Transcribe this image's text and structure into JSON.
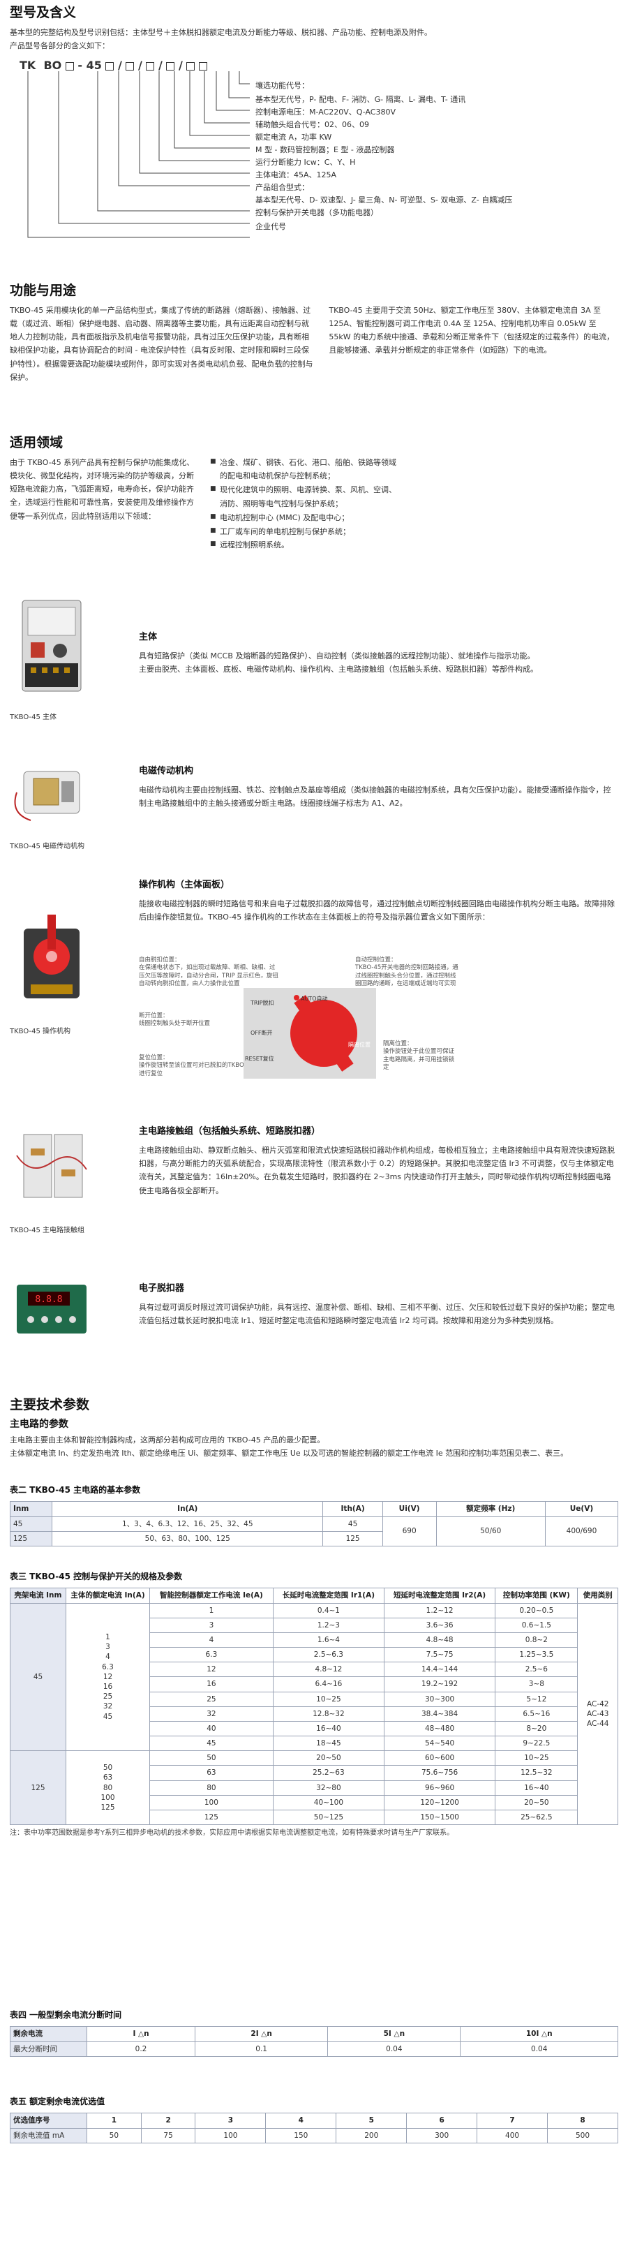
{
  "model": {
    "title": "型号及含义",
    "desc1": "基本型的完整结构及型号识别包括：主体型号＋主体脱扣器额定电流及分断能力等级、脱扣器、产品功能、控制电源及附件。",
    "desc2": "产品型号各部分的含义如下：",
    "code": [
      "TK",
      "BO",
      "-",
      "45",
      "/",
      "/",
      "/",
      "/"
    ],
    "legend": [
      "壤选功能代号：",
      "基本型无代号，P- 配电、F- 消防、G- 隔离、L- 漏电、T- 通讯",
      "控制电源电压：M-AC220V、Q-AC380V",
      "辅助触头组合代号：02、06、09",
      "额定电流 A，功率 KW",
      "M 型 - 数码管控制器；E 型 - 液晶控制器",
      "运行分断能力 Icw：C、Y、H",
      "主体电流：45A、125A",
      "产品组合型式：",
      "基本型无代号、D- 双速型、J- 星三角、N- 可逆型、S- 双电源、Z- 自耦减压",
      "控制与保护开关电器（多功能电器）",
      "企业代号"
    ]
  },
  "features": {
    "title": "功能与用途",
    "col1": "TKBO-45 采用模块化的单一产品结构型式，集成了传统的断路器（熔断器）、接触器、过载（或过流、断相）保护继电器、启动器、隔离器等主要功能，具有远距离自动控制与就地人力控制功能，具有面板指示及机电信号报警功能，具有过压欠压保护功能，具有断相缺相保护功能，具有协调配合的时间 - 电流保护特性（具有反时限、定时限和瞬时三段保护特性）。根据需要选配功能模块或附件，即可实现对各类电动机负载、配电负载的控制与保护。",
    "col2": "TKBO-45 主要用于交流 50Hz、额定工作电压至 380V、主体额定电流自 3A 至 125A、智能控制器可调工作电流 0.4A 至 125A、控制电机功率自 0.05kW 至 55kW 的电力系统中接通、承载和分断正常条件下（包括规定的过载条件）的电流，且能够接通、承载并分断规定的非正常条件（如短路）下的电流。"
  },
  "application": {
    "title": "适用领域",
    "text": "由于 TKBO-45 系列产品具有控制与保护功能集成化、模块化、微型化结构，对环境污染的防护等级高，分断短路电流能力高，飞弧距离短，电寿命长，保护功能齐全，选域运行性能和可靠性高，安装使用及维修操作方便等一系列优点，因此特别适用以下领域：",
    "items": [
      "冶金、煤矿、钢铁、石化、港口、船舶、铁路等领域的配电和电动机保护与控制系统；",
      "现代化建筑中的照明、电源转换、泵、风机、空调、消防、照明等电气控制与保护系统；",
      "电动机控制中心 (MMC) 及配电中心；",
      "工厂或车间的单电机控制与保护系统；",
      "远程控制照明系统。"
    ]
  },
  "products": [
    {
      "title": "主体",
      "caption": "TKBO-45 主体",
      "text": "具有短路保护（类似 MCCB 及熔断器的短路保护）、自动控制（类似接触器的远程控制功能）、就地操作与指示功能。\n主要由脱壳、主体面板、底板、电磁传动机构、操作机构、主电路接触组（包括触头系统、短路脱扣器）等部件构成。"
    },
    {
      "title": "电磁传动机构",
      "caption": "TKBO-45 电磁传动机构",
      "text": "电磁传动机构主要由控制线圈、铁芯、控制触点及基座等组成（类似接触器的电磁控制系统，具有欠压保护功能）。能接受通断操作指令，控制主电路接触组中的主触头接通或分断主电路。线圈接线端子标志为 A1、A2。"
    },
    {
      "title": "操作机构（主体面板）",
      "caption": "TKBO-45 操作机构",
      "text": "能接收电磁控制器的瞬时短路信号和来自电子过载脱扣器的故障信号，通过控制触点切断控制线圈回路由电磁操作机构分断主电路。故障排除后由操作旋钮复位。TKBO-45 操作机构的工作状态在主体面板上的符号及指示器位置含义如下图所示："
    },
    {
      "title": "主电路接触组（包括触头系统、短路脱扣器）",
      "caption": "TKBO-45 主电路接触组",
      "text": "主电路接触组由动、静双断点触头、栅片灭弧室和限流式快速短路脱扣器动作机构组成，每极相互独立；主电路接触组中具有限流快速短路脱扣器，与高分断能力的灭弧系统配合，实现高限流特性（限流系数小于 0.2）的短路保护。其脱扣电流整定值 Ir3 不可调整，仅与主体额定电流有关，其整定值为：16In±20%。在负载发生短路时，脱扣器约在 2~3ms 内快速动作打开主触头，同时带动操作机构切断控制线圈电路使主电路各极全部断开。"
    },
    {
      "title": "电子脱扣器",
      "caption": "",
      "text": "具有过载可调反时限过流可调保护功能，具有远控、温度补偿、断相、缺相、三相不平衡、过压、欠压和较低过载下良好的保护功能；整定电流值包括过载长延时脱扣电流 Ir1、短延时整定电流值和短路瞬时整定电流值 Ir2 均可调。按故障和用途分为多种类别规格。"
    }
  ],
  "diagram": {
    "left_top": "自由脱扣位置：\n在保通电状态下，如出现过载故障、断相、缺相、过压欠压等故障时，自动分合闸，TRIP 显示红色，旋钮自动转向脱扣位置，由人力操作此位置",
    "right_top": "自动控制位置：\nTKBO-45开关电器的控制回路接通，通过线圈控制触头合分位置，通过控制线圈回路的通断，在远端或近端均可实现操作",
    "left_mid": "断开位置：\n线圈控制触头处于断开位置",
    "left_bot": "复位位置：\n操作旋钮转至该位置可对已脱扣的TKBO-45开关电器进行复位",
    "right_bot": "隔离位置：\n操作旋钮处于此位置可保证主电路隔离，并可用挂锁锁定",
    "labels": [
      "TRIP脱扣",
      "AUTO自动",
      "OFF断开",
      "RESET复位",
      "隔离位置"
    ]
  },
  "params": {
    "title": "主要技术参数",
    "subtitle": "主电路的参数",
    "text1": "主电路主要由主体和智能控制器构成，这两部分若构成可应用的 TKBO-45 产品的最少配置。",
    "text2": "主体额定电流 In、约定发热电流 Ith、额定绝缘电压 Ui、额定频率、额定工作电压 Ue 以及可选的智能控制器的额定工作电流 Ie 范围和控制功率范围见表二、表三。"
  },
  "table2": {
    "title": "表二  TKBO-45 主电路的基本参数",
    "headers": [
      "Inm",
      "In(A)",
      "Ith(A)",
      "Ui(V)",
      "额定频率 (Hz)",
      "Ue(V)"
    ],
    "rows": [
      [
        "45",
        "1、3、4、6.3、12、16、25、32、45",
        "45"
      ],
      [
        "125",
        "50、63、80、100、125",
        "125"
      ]
    ],
    "ui": "690",
    "freq": "50/60",
    "ue": "400/690"
  },
  "table3": {
    "title": "表三  TKBO-45 控制与保护开关的规格及参数",
    "headers": [
      "壳架电流 Inm",
      "主体的额定电流 In(A)",
      "智能控制器额定工作电流 Ie(A)",
      "长延时电流整定范围 Ir1(A)",
      "短延时电流整定范围 Ir2(A)",
      "控制功率范围 (KW)",
      "使用类别"
    ],
    "frame_45": "45",
    "in_45": [
      "1",
      "3",
      "4",
      "6.3",
      "12",
      "16",
      "25",
      "32",
      "45"
    ],
    "frame_125": "125",
    "in_125": [
      "50",
      "63",
      "80",
      "100",
      "125"
    ],
    "category": [
      "AC-42",
      "AC-43",
      "AC-44"
    ],
    "rows": [
      [
        "1",
        "0.4~1",
        "1.2~12",
        "0.20~0.5"
      ],
      [
        "3",
        "1.2~3",
        "3.6~36",
        "0.6~1.5"
      ],
      [
        "4",
        "1.6~4",
        "4.8~48",
        "0.8~2"
      ],
      [
        "6.3",
        "2.5~6.3",
        "7.5~75",
        "1.25~3.5"
      ],
      [
        "12",
        "4.8~12",
        "14.4~144",
        "2.5~6"
      ],
      [
        "16",
        "6.4~16",
        "19.2~192",
        "3~8"
      ],
      [
        "25",
        "10~25",
        "30~300",
        "5~12"
      ],
      [
        "32",
        "12.8~32",
        "38.4~384",
        "6.5~16"
      ],
      [
        "40",
        "16~40",
        "48~480",
        "8~20"
      ],
      [
        "45",
        "18~45",
        "54~540",
        "9~22.5"
      ],
      [
        "50",
        "20~50",
        "60~600",
        "10~25"
      ],
      [
        "63",
        "25.2~63",
        "75.6~756",
        "12.5~32"
      ],
      [
        "80",
        "32~80",
        "96~960",
        "16~40"
      ],
      [
        "100",
        "40~100",
        "120~1200",
        "20~50"
      ],
      [
        "125",
        "50~125",
        "150~1500",
        "25~62.5"
      ]
    ],
    "note": "注：表中功率范围数据是参考Y系列三相异步电动机的技术参数，实际应用中请根据实际电流调整额定电流，如有特殊要求时请与生产厂家联系。"
  },
  "table4": {
    "title": "表四  一般型剩余电流分断时间",
    "row1_label": "剩余电流",
    "row1": [
      "I △n",
      "2I △n",
      "5I △n",
      "10I △n"
    ],
    "row2_label": "最大分断时间",
    "row2": [
      "0.2",
      "0.1",
      "0.04",
      "0.04"
    ]
  },
  "table5": {
    "title": "表五  额定剩余电流优选值",
    "row1_label": "优选值序号",
    "row1": [
      "1",
      "2",
      "3",
      "4",
      "5",
      "6",
      "7",
      "8"
    ],
    "row2_label": "剩余电流值 mA",
    "row2": [
      "50",
      "75",
      "100",
      "150",
      "200",
      "300",
      "400",
      "500"
    ]
  }
}
